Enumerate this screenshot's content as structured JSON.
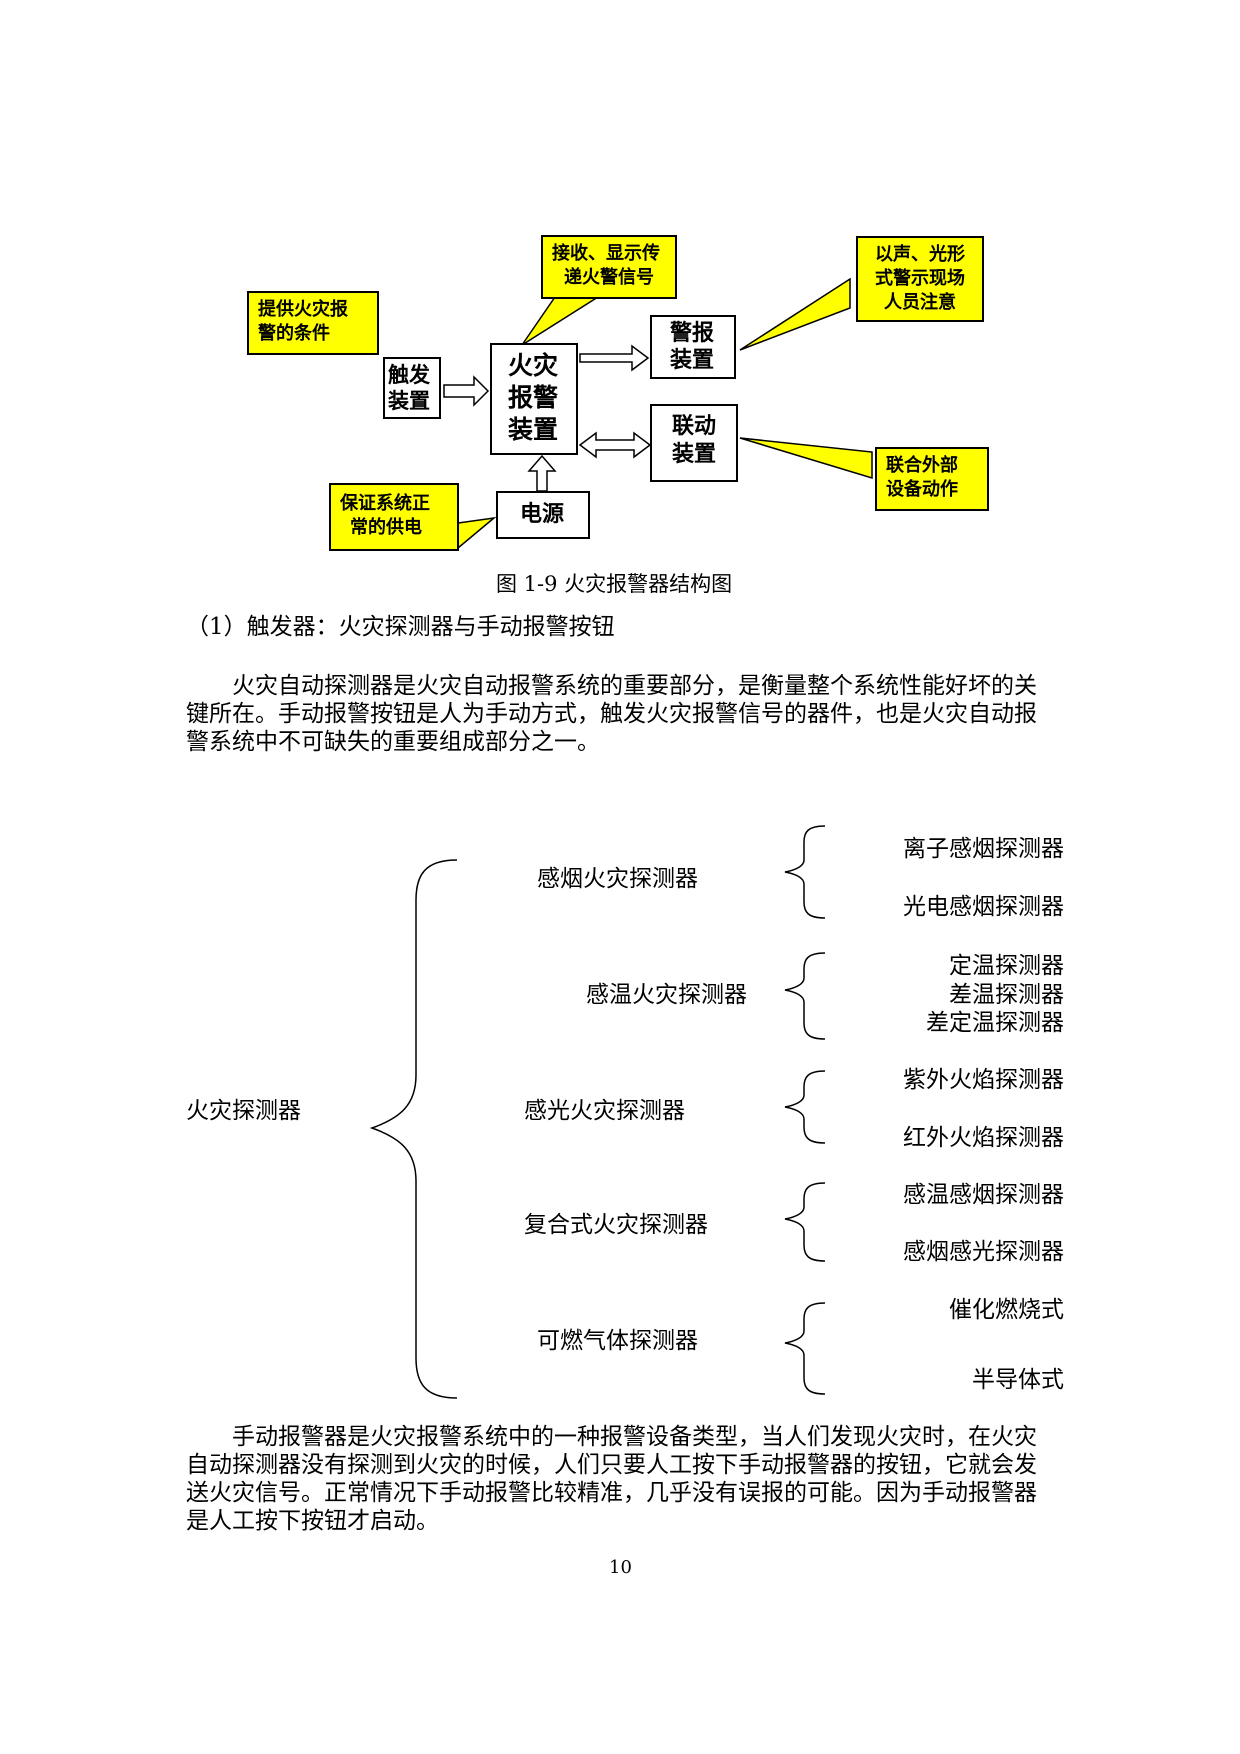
{
  "diagram": {
    "boxes": {
      "trigger": [
        "触发",
        "装置"
      ],
      "alarm_unit": [
        "火灾",
        "报警",
        "装置"
      ],
      "warning": [
        "警报",
        "装置"
      ],
      "linkage": [
        "联动",
        "装置"
      ],
      "power": "电源"
    },
    "callouts": {
      "trigger_note": [
        "提供火灾报",
        "警的条件"
      ],
      "receive_note": [
        "接收、显示传",
        "递火警信号"
      ],
      "warning_note": [
        "以声、光形",
        "式警示现场",
        "人员注意"
      ],
      "linkage_note": [
        "联合外部",
        "设备动作"
      ],
      "power_note": [
        "保证系统正",
        "常的供电"
      ]
    },
    "caption": "图 1-9 火灾报警器结构图"
  },
  "heading": "（1）触发器：火灾探测器与手动报警按钮",
  "para1": "火灾自动探测器是火灾自动报警系统的重要部分，是衡量整个系统性能好坏的关键所在。手动报警按钮是人为手动方式，触发火灾报警信号的器件，也是火灾自动报警系统中不可缺失的重要组成部分之一。",
  "tree": {
    "root": "火灾探测器",
    "groups": [
      {
        "name": "感烟火灾探测器",
        "items": [
          "离子感烟探测器",
          "光电感烟探测器"
        ]
      },
      {
        "name": "感温火灾探测器",
        "items": [
          "定温探测器",
          "差温探测器",
          "差定温探测器"
        ]
      },
      {
        "name": "感光火灾探测器",
        "items": [
          "紫外火焰探测器",
          "红外火焰探测器"
        ]
      },
      {
        "name": "复合式火灾探测器",
        "items": [
          "感温感烟探测器",
          "感烟感光探测器"
        ]
      },
      {
        "name": "可燃气体探测器",
        "items": [
          "催化燃烧式",
          "半导体式"
        ]
      }
    ]
  },
  "para2": "手动报警器是火灾报警系统中的一种报警设备类型，当人们发现火灾时，在火灾自动探测器没有探测到火灾的时候，人们只要人工按下手动报警器的按钮，它就会发送火灾信号。正常情况下手动报警比较精准，几乎没有误报的可能。因为手动报警器是人工按下按钮才启动。",
  "page_number": "10",
  "colors": {
    "callout_fill": "#ffff00",
    "line": "#000000"
  }
}
